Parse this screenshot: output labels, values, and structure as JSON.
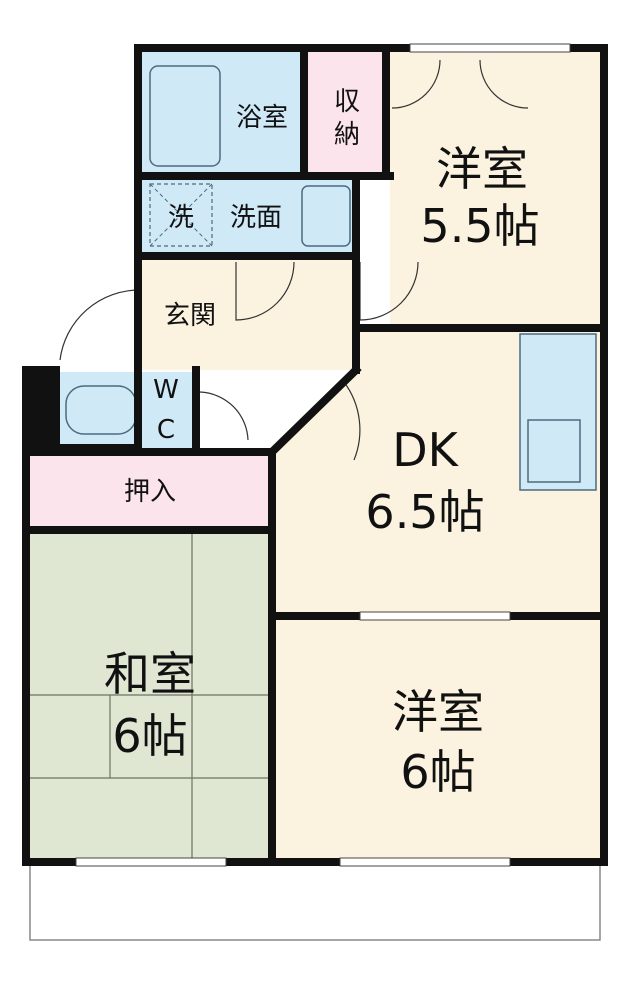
{
  "rooms": {
    "western_north": {
      "name": "洋室",
      "size": "5.5帖"
    },
    "storage": {
      "name_line1": "収",
      "name_line2": "納"
    },
    "bathroom": {
      "name": "浴室"
    },
    "washroom": {
      "name": "洗面"
    },
    "laundry": {
      "name": "洗"
    },
    "entrance": {
      "name": "玄関"
    },
    "toilet": {
      "name_line1": "W",
      "name_line2": "C"
    },
    "dk": {
      "name": "DK",
      "size": "6.5帖"
    },
    "closet": {
      "name": "押入"
    },
    "japanese": {
      "name": "和室",
      "size": "6帖"
    },
    "western_south": {
      "name": "洋室",
      "size": "6帖"
    }
  },
  "colors": {
    "wall": "#111111",
    "floor_wood": "#fbf3df",
    "wet_area": "#cfe9f7",
    "storage": "#fbe4ec",
    "tatami": "#dfe6d2"
  }
}
